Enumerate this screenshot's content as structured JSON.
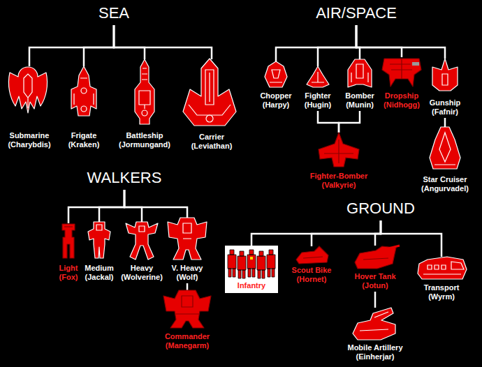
{
  "diagram": {
    "nodes": [
      {
        "text": [
          "SEA"
        ]
      },
      {
        "text": [
          "Submarine (Charybdis)"
        ]
      },
      {
        "text": [
          "Frigate (Kraken)"
        ]
      },
      {
        "text": [
          "Battleship (Jormungand)"
        ]
      },
      {
        "text": [
          "Carrier (Leviathan)"
        ]
      },
      {
        "text": [
          "AIR/SPACE"
        ]
      },
      {
        "text": [
          "Chopper (Harpy)"
        ]
      },
      {
        "text": [
          "Fighter (Hugin)"
        ]
      },
      {
        "text": [
          "Bomber (Munin)"
        ]
      },
      {
        "text": [
          "Dropship (Nidhogg)"
        ]
      },
      {
        "text": [
          "Gunship (Fafnir)"
        ]
      },
      {
        "text": [
          "Fighter-Bomber (Valkyrie)"
        ]
      },
      {
        "text": [
          "Star Cruiser (Angurvadel)"
        ]
      },
      {
        "text": [
          "WALKERS"
        ]
      },
      {
        "text": [
          "Light (Fox)"
        ]
      },
      {
        "text": [
          "Medium (Jackal)"
        ]
      },
      {
        "text": [
          "Heavy (Wolverine)"
        ]
      },
      {
        "text": [
          "V. Heavy (Wolf)"
        ]
      },
      {
        "text": [
          "Commander (Manegarm)"
        ]
      },
      {
        "text": [
          "GROUND"
        ]
      },
      {
        "text": [
          "Infantry"
        ]
      },
      {
        "text": [
          "Scout Bike (Hornet)"
        ]
      },
      {
        "text": [
          "Hover Tank (Jotun)"
        ]
      },
      {
        "text": [
          "Transport (Wyrm)"
        ]
      },
      {
        "text": [
          "Mobile Artillery (Einherjar)"
        ]
      }
    ],
    "edges": [
      {
        "from": 0,
        "to": 1,
        "arrow": "none"
      },
      {
        "from": 0,
        "to": 2,
        "arrow": "none"
      },
      {
        "from": 0,
        "to": 3,
        "arrow": "none"
      },
      {
        "from": 0,
        "to": 4,
        "arrow": "none"
      },
      {
        "from": 5,
        "to": 6,
        "arrow": "none"
      },
      {
        "from": 5,
        "to": 7,
        "arrow": "none"
      },
      {
        "from": 5,
        "to": 8,
        "arrow": "none"
      },
      {
        "from": 5,
        "to": 9,
        "arrow": "none"
      },
      {
        "from": 5,
        "to": 10,
        "arrow": "none"
      },
      {
        "from": 7,
        "to": 11,
        "arrow": "none"
      },
      {
        "from": 8,
        "to": 11,
        "arrow": "none"
      },
      {
        "from": 10,
        "to": 12,
        "arrow": "none"
      },
      {
        "from": 13,
        "to": 14,
        "arrow": "none"
      },
      {
        "from": 13,
        "to": 15,
        "arrow": "none"
      },
      {
        "from": 13,
        "to": 16,
        "arrow": "none"
      },
      {
        "from": 13,
        "to": 17,
        "arrow": "none"
      },
      {
        "from": 17,
        "to": 18,
        "arrow": "none"
      },
      {
        "from": 19,
        "to": 20,
        "arrow": "none"
      },
      {
        "from": 19,
        "to": 21,
        "arrow": "none"
      },
      {
        "from": 19,
        "to": 22,
        "arrow": "none"
      },
      {
        "from": 19,
        "to": 23,
        "arrow": "none"
      },
      {
        "from": 22,
        "to": 24,
        "arrow": "none"
      }
    ]
  }
}
